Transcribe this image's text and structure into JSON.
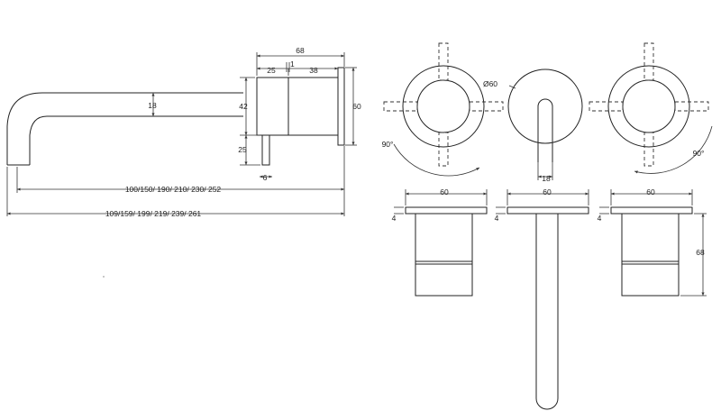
{
  "side_view": {
    "top_width": "68",
    "seg_left": "25",
    "seg_right": "38",
    "plate_gap": "1",
    "height_total": "60",
    "height_body": "42",
    "stem_height": "25",
    "spout_dia": "18",
    "stem_dia": "6",
    "reach_short": "100/150/ 190/ 210/ 230/ 252",
    "reach_long": "109/159/ 199/ 219/ 239/ 261"
  },
  "front_view": {
    "plate_dia": "Ø60",
    "spout_width": "18",
    "rotation_left": "90°",
    "rotation_right": "90°"
  },
  "top_view": {
    "left_width": "60",
    "middle_width": "60",
    "right_width": "60",
    "left_plate": "4",
    "middle_plate": "4",
    "right_plate": "4",
    "handle_depth": "68"
  }
}
